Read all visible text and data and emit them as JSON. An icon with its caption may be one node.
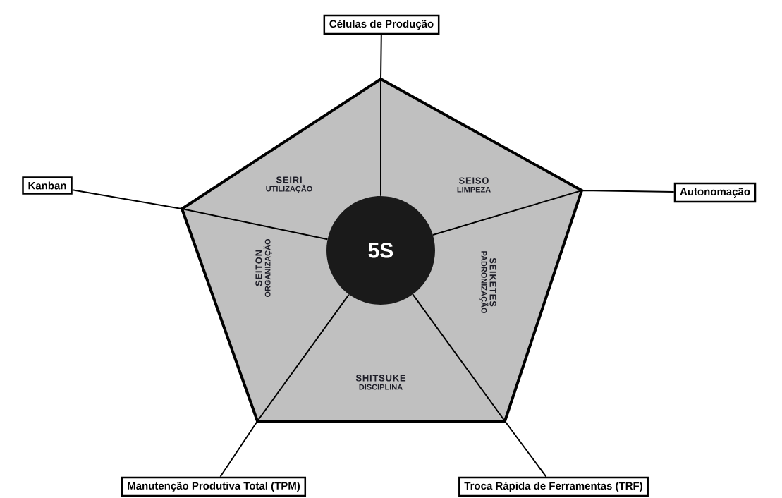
{
  "diagram": {
    "nodes": [
      {
        "text": [
          "Células de Produção"
        ]
      },
      {
        "text": [
          "Kanban"
        ]
      },
      {
        "text": [
          "Autonomação"
        ]
      },
      {
        "text": [
          "SEIRI",
          "UTILIZAÇÃO"
        ]
      },
      {
        "text": [
          "SEISO",
          "LIMPEZA"
        ]
      },
      {
        "text": [
          "5S"
        ]
      },
      {
        "text": [
          "SEITON",
          "ORGANIZAÇÃO"
        ]
      },
      {
        "text": [
          "SEIKETES",
          "PADRONIZAÇÃO"
        ]
      },
      {
        "text": [
          "SHITSUKE",
          "DISCIPLINA"
        ]
      },
      {
        "text": [
          "Manutenção Produtiva Total (TPM)"
        ]
      },
      {
        "text": [
          "Troca Rápida de Ferramentas (TRF)"
        ]
      }
    ],
    "edges": [
      {
        "from": 0,
        "to": 5,
        "arrow": "none"
      },
      {
        "from": 1,
        "to": 5,
        "arrow": "none"
      },
      {
        "from": 2,
        "to": 5,
        "arrow": "none"
      },
      {
        "from": 9,
        "to": 5,
        "arrow": "none"
      },
      {
        "from": 10,
        "to": 5,
        "arrow": "none"
      }
    ]
  }
}
